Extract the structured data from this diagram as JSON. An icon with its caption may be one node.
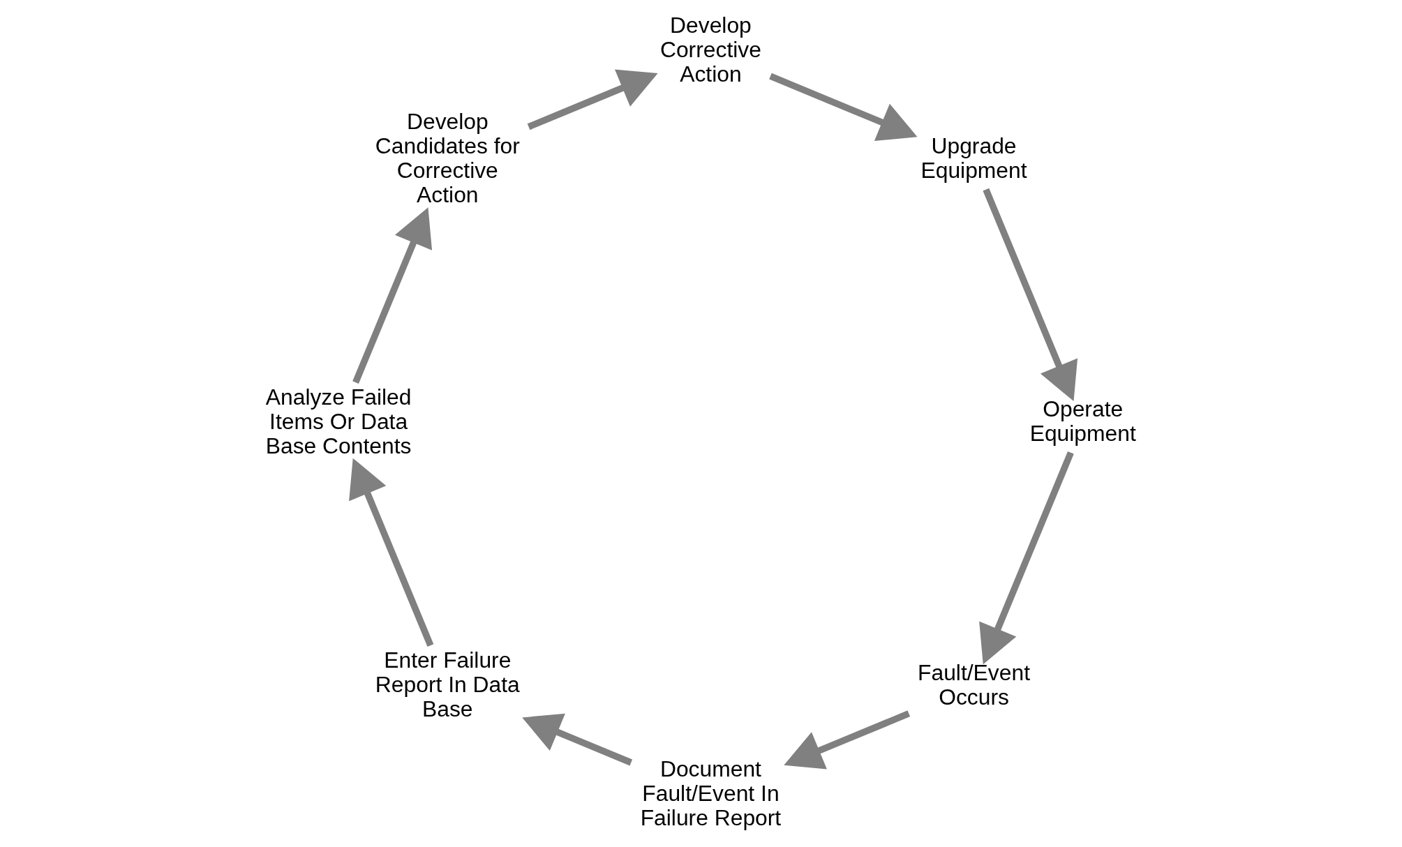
{
  "diagram": {
    "nodes": [
      {
        "text": [
          "Fault/Event Occurs"
        ]
      },
      {
        "text": [
          "Document Fault/Event In Failure Report"
        ]
      },
      {
        "text": [
          "Enter Failure Report In Data Base"
        ]
      },
      {
        "text": [
          "Analyze Failed Items Or Data Base Contents"
        ]
      },
      {
        "text": [
          "Develop Candidates for Corrective Action"
        ]
      },
      {
        "text": [
          "Develop Corrective Action"
        ]
      },
      {
        "text": [
          "Upgrade Equipment"
        ]
      },
      {
        "text": [
          "Operate Equipment"
        ]
      }
    ],
    "edges": [
      {
        "from": 0,
        "to": 1,
        "arrow": "to"
      },
      {
        "from": 1,
        "to": 2,
        "arrow": "to"
      },
      {
        "from": 2,
        "to": 3,
        "arrow": "to"
      },
      {
        "from": 3,
        "to": 4,
        "arrow": "to"
      },
      {
        "from": 4,
        "to": 5,
        "arrow": "to"
      },
      {
        "from": 5,
        "to": 6,
        "arrow": "to"
      },
      {
        "from": 6,
        "to": 7,
        "arrow": "to"
      },
      {
        "from": 7,
        "to": 0,
        "arrow": "to"
      }
    ]
  }
}
